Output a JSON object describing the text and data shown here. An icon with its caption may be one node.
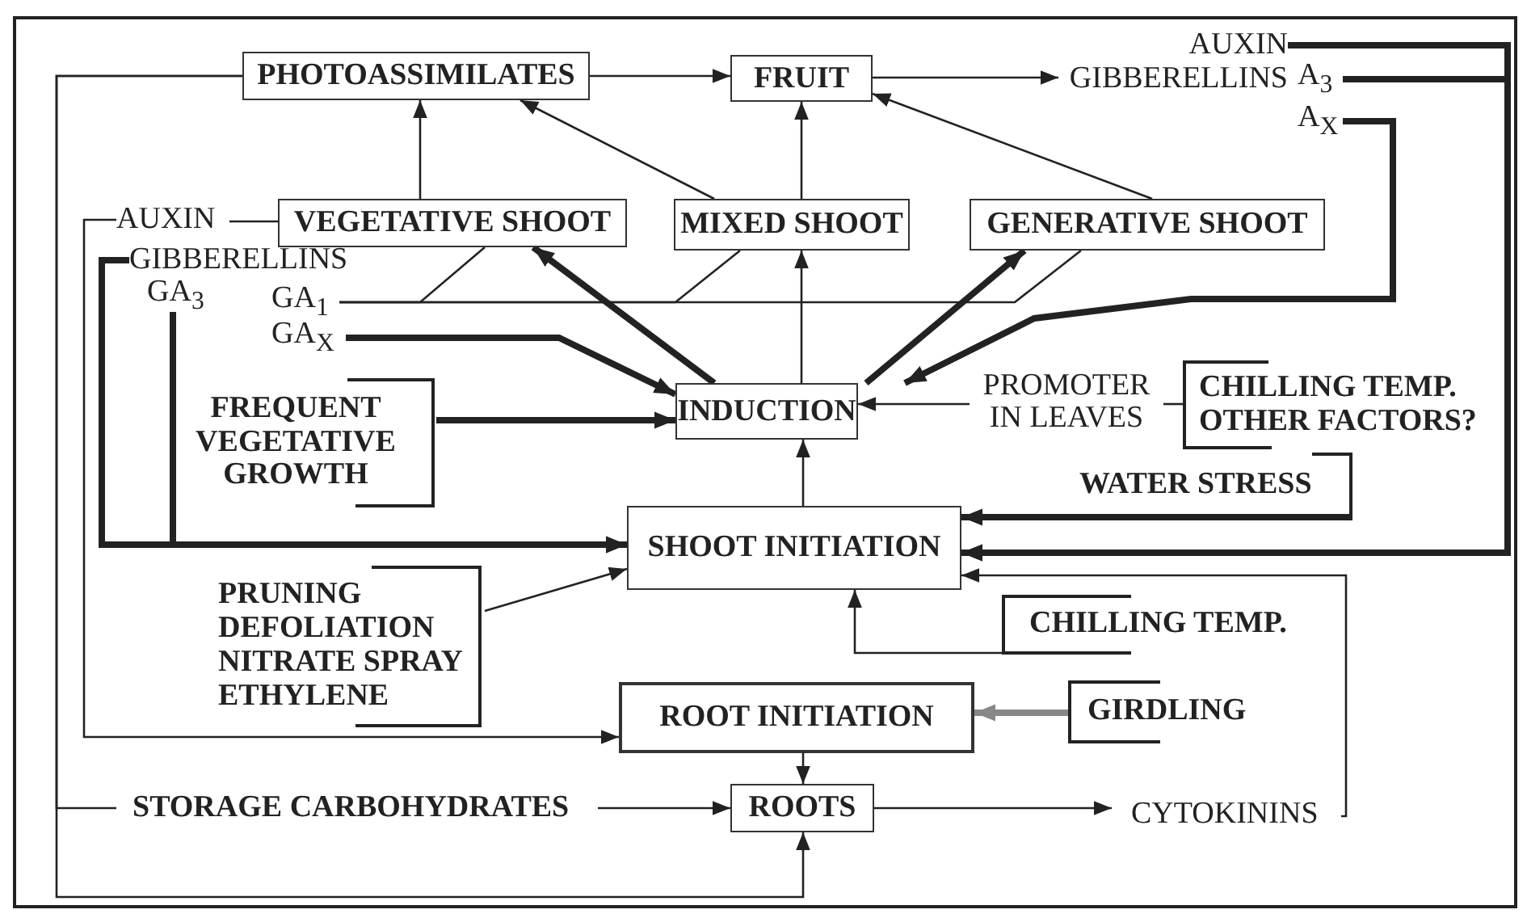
{
  "diagram": {
    "nodes": [
      {
        "text": [
          "PHOTOASSIMILATES"
        ]
      },
      {
        "text": [
          "FRUIT"
        ]
      },
      {
        "text": [
          "AUXIN"
        ]
      },
      {
        "text": [
          "GIBBERELLINS"
        ]
      },
      {
        "text": [
          "A$_{3}$"
        ]
      },
      {
        "text": [
          "A$_{X}$"
        ]
      },
      {
        "text": [
          "AUXIN"
        ]
      },
      {
        "text": [
          "VEGETATIVE SHOOT"
        ]
      },
      {
        "text": [
          "MIXED SHOOT"
        ]
      },
      {
        "text": [
          "GENERATIVE SHOOT"
        ]
      },
      {
        "text": [
          "GIBBERELLINS"
        ]
      },
      {
        "text": [
          "GA$_{3}$"
        ]
      },
      {
        "text": [
          "GA$_{1}$"
        ]
      },
      {
        "text": [
          "GA$_{X}$"
        ]
      },
      {
        "text": [
          "FREQUENT VEGETATIVE GROWTH"
        ]
      },
      {
        "text": [
          "INDUCTION"
        ]
      },
      {
        "text": [
          "PROMOTER IN LEAVES"
        ]
      },
      {
        "text": [
          "CHILLING TEMP.",
          "OTHER FACTORS?"
        ]
      },
      {
        "text": [
          "WATER STRESS"
        ]
      },
      {
        "text": [
          "SHOOT INITIATION"
        ]
      },
      {
        "text": [
          "PRUNING",
          "DEFOLIATION",
          "NITRATE SPRAY",
          "ETHYLENE"
        ]
      },
      {
        "text": [
          "CHILLING TEMP."
        ]
      },
      {
        "text": [
          "ROOT INITIATION"
        ]
      },
      {
        "text": [
          "GIRDLING"
        ]
      },
      {
        "text": [
          "STORAGE CARBOHYDRATES"
        ]
      },
      {
        "text": [
          "ROOTS"
        ]
      },
      {
        "text": [
          "CYTOKININS"
        ]
      }
    ],
    "edges": [
      {
        "from": 0,
        "to": 1,
        "arrow": "to"
      },
      {
        "from": 1,
        "to": 3,
        "arrow": "to"
      },
      {
        "from": 2,
        "to": 19,
        "arrow": "to",
        "style": "thick"
      },
      {
        "from": 4,
        "to": 19,
        "arrow": "to",
        "style": "thick"
      },
      {
        "from": 5,
        "to": 15,
        "arrow": "to",
        "style": "thick"
      },
      {
        "from": 7,
        "to": 6,
        "arrow": "none"
      },
      {
        "from": 6,
        "to": 22,
        "arrow": "to"
      },
      {
        "from": 10,
        "to": 19,
        "arrow": "to",
        "style": "thick"
      },
      {
        "from": 11,
        "to": 19,
        "arrow": "to",
        "style": "thick"
      },
      {
        "from": 7,
        "to": 0,
        "arrow": "to"
      },
      {
        "from": 8,
        "to": 0,
        "arrow": "to"
      },
      {
        "from": 8,
        "to": 1,
        "arrow": "to"
      },
      {
        "from": 9,
        "to": 1,
        "arrow": "to"
      },
      {
        "from": 7,
        "to": 12,
        "arrow": "none"
      },
      {
        "from": 8,
        "to": 12,
        "arrow": "none"
      },
      {
        "from": 9,
        "to": 12,
        "arrow": "none"
      },
      {
        "from": 13,
        "to": 15,
        "arrow": "to",
        "style": "thick"
      },
      {
        "from": 15,
        "to": 7,
        "arrow": "to",
        "style": "thick"
      },
      {
        "from": 15,
        "to": 8,
        "arrow": "to"
      },
      {
        "from": 15,
        "to": 9,
        "arrow": "to",
        "style": "thick"
      },
      {
        "from": 14,
        "to": 15,
        "arrow": "to",
        "style": "thick"
      },
      {
        "from": 16,
        "to": 15,
        "arrow": "to"
      },
      {
        "from": 17,
        "to": 16,
        "arrow": "none"
      },
      {
        "from": 18,
        "to": 19,
        "arrow": "to",
        "style": "thick"
      },
      {
        "from": 19,
        "to": 15,
        "arrow": "to"
      },
      {
        "from": 20,
        "to": 19,
        "arrow": "to"
      },
      {
        "from": 21,
        "to": 19,
        "arrow": "to"
      },
      {
        "from": 23,
        "to": 22,
        "arrow": "to",
        "style": "thick",
        "color": "#888888"
      },
      {
        "from": 22,
        "to": 25,
        "arrow": "to"
      },
      {
        "from": 24,
        "to": 25,
        "arrow": "to"
      },
      {
        "from": 0,
        "to": 24,
        "arrow": "none"
      },
      {
        "from": 0,
        "to": 25,
        "arrow": "to"
      },
      {
        "from": 25,
        "to": 26,
        "arrow": "to"
      },
      {
        "from": 26,
        "to": 19,
        "arrow": "to"
      }
    ]
  }
}
